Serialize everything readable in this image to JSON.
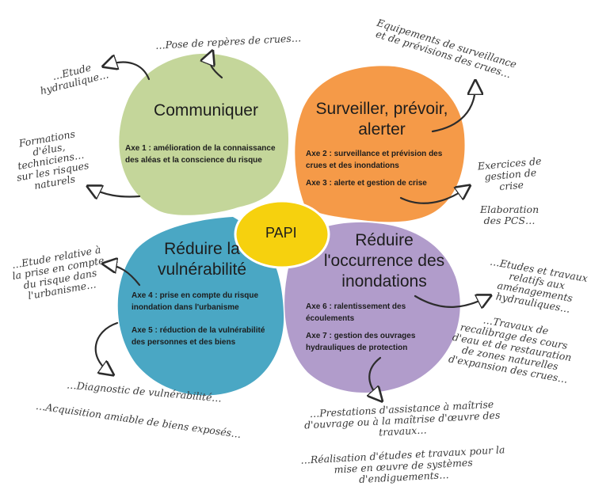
{
  "center": {
    "label": "PAPI"
  },
  "colors": {
    "green": "#c4d69a",
    "orange": "#f59a48",
    "blue": "#4aa7c4",
    "purple": "#b19ccb",
    "yellow": "#f6d10e",
    "arrow": "#2c2c2c"
  },
  "quadrants": {
    "communiquer": {
      "title": "Communiquer",
      "axes": [
        "Axe 1 : amélioration de la connaissance",
        "des aléas et la conscience du risque"
      ]
    },
    "surveiller": {
      "title_lines": [
        "Surveiller, prévoir,",
        "alerter"
      ],
      "axes": [
        "Axe 2 : surveillance et prévision des",
        "crues et des inondations",
        "Axe 3 : alerte et gestion de crise"
      ]
    },
    "vulnerabilite": {
      "title_lines": [
        "Réduire la",
        "vulnérabilité"
      ],
      "axes": [
        "Axe 4 : prise en compte du risque",
        "inondation dans l'urbanisme",
        "Axe 5 : réduction de la vulnérabilité",
        "des personnes et des biens"
      ]
    },
    "occurrence": {
      "title_lines": [
        "Réduire",
        "l'occurrence des",
        "inondations"
      ],
      "axes": [
        "Axe 6 : ralentissement des",
        "écoulements",
        "Axe 7 : gestion des ouvrages",
        "hydrauliques de protection"
      ]
    }
  },
  "notes": {
    "reperes": "…Pose de repères de crues…",
    "etude_hydraulique": [
      "…Etude",
      "hydraulique…"
    ],
    "formations": [
      "Formations",
      "d'élus,",
      "techniciens…",
      "sur les risques",
      "naturels"
    ],
    "equipements": [
      "Equipements de surveillance",
      "et de prévisions des crues…"
    ],
    "exercices": [
      "Exercices de",
      "gestion de",
      "crise"
    ],
    "pcs": [
      "Elaboration",
      "des PCS…"
    ],
    "etude_relative": [
      "…Etude relative à",
      "la prise en compte",
      "du risque dans",
      "l'urbanisme…"
    ],
    "etudes_travaux": [
      "…Etudes et travaux",
      "relatifs aux",
      "aménagements",
      "hydrauliques…"
    ],
    "recalibrage": [
      "…Travaux de",
      "recalibrage des cours",
      "d'eau et de restauration",
      "de zones naturelles",
      "d'expansion des crues…"
    ],
    "diagnostic": "…Diagnostic de vulnérabilité…",
    "acquisition": "…Acquisition amiable de biens exposés…",
    "prestations": [
      "…Prestations d'assistance à maîtrise",
      "d'ouvrage ou à la maîtrise d'œuvre des",
      "travaux…"
    ],
    "realisation": [
      "…Réalisation d'études et travaux pour la",
      "mise en œuvre de systèmes",
      "d'endiguements…"
    ]
  }
}
